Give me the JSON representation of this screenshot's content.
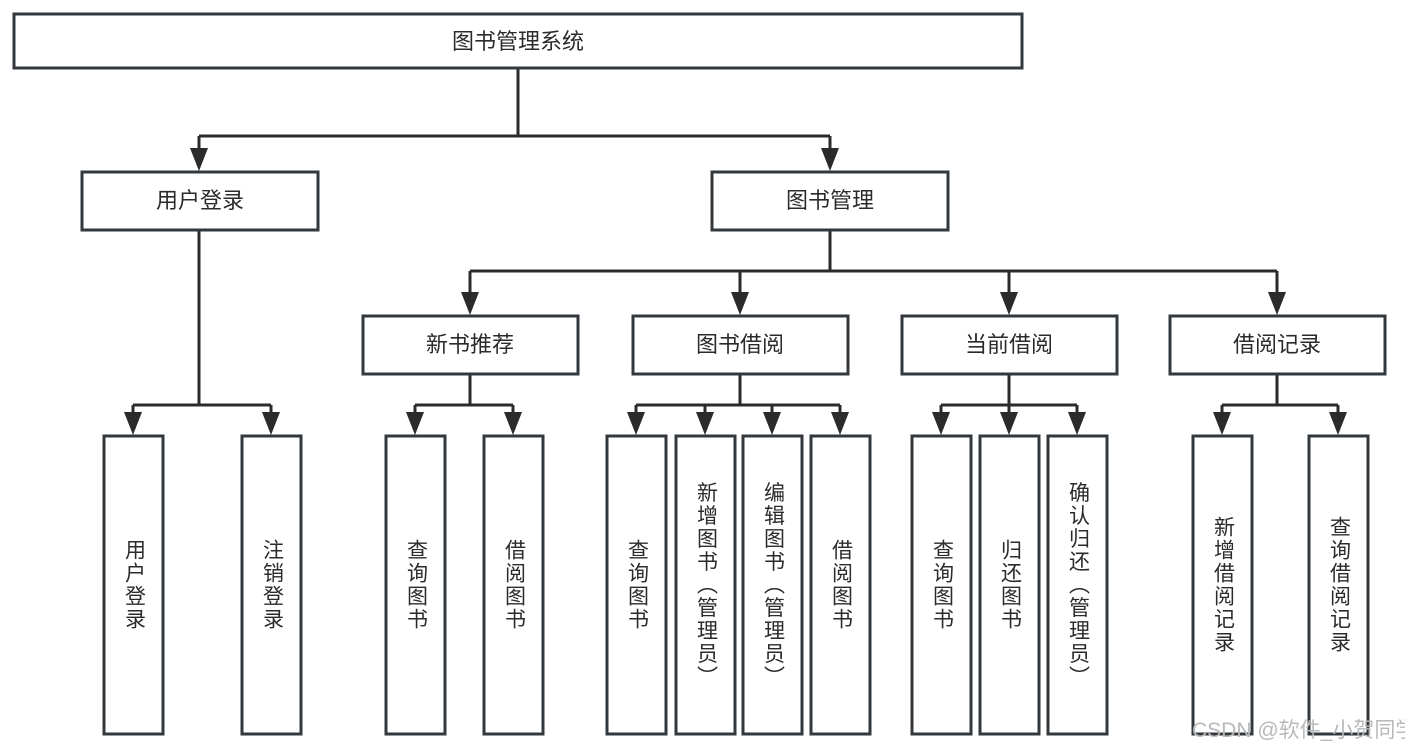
{
  "diagram": {
    "type": "tree-hierarchy-flowchart",
    "root": {
      "id": "root",
      "label": "图书管理系统"
    },
    "level2": [
      {
        "id": "user-login",
        "label": "用户登录"
      },
      {
        "id": "book-management",
        "label": "图书管理"
      }
    ],
    "level3": [
      {
        "id": "new-book-recommend",
        "label": "新书推荐",
        "parent": "book-management"
      },
      {
        "id": "book-borrow",
        "label": "图书借阅",
        "parent": "book-management"
      },
      {
        "id": "current-borrow",
        "label": "当前借阅",
        "parent": "book-management"
      },
      {
        "id": "borrow-record",
        "label": "借阅记录",
        "parent": "book-management"
      }
    ],
    "leaves": [
      {
        "id": "leaf-user-login",
        "label": "用户登录",
        "parent": "user-login"
      },
      {
        "id": "leaf-logout-login",
        "label": "注销登录",
        "parent": "user-login"
      },
      {
        "id": "leaf-query-book-1",
        "label": "查询图书",
        "parent": "new-book-recommend"
      },
      {
        "id": "leaf-borrow-book-1",
        "label": "借阅图书",
        "parent": "new-book-recommend"
      },
      {
        "id": "leaf-query-book-2",
        "label": "查询图书",
        "parent": "book-borrow"
      },
      {
        "id": "leaf-add-book",
        "label": "新增图书（管理员）",
        "parent": "book-borrow"
      },
      {
        "id": "leaf-edit-book",
        "label": "编辑图书（管理员）",
        "parent": "book-borrow"
      },
      {
        "id": "leaf-borrow-book-2",
        "label": "借阅图书",
        "parent": "book-borrow"
      },
      {
        "id": "leaf-query-book-3",
        "label": "查询图书",
        "parent": "current-borrow"
      },
      {
        "id": "leaf-return-book",
        "label": "归还图书",
        "parent": "current-borrow"
      },
      {
        "id": "leaf-confirm-return",
        "label": "确认归还（管理员）",
        "parent": "current-borrow"
      },
      {
        "id": "leaf-add-record",
        "label": "新增借阅记录",
        "parent": "borrow-record"
      },
      {
        "id": "leaf-query-record",
        "label": "查询借阅记录",
        "parent": "borrow-record"
      }
    ]
  },
  "watermark": {
    "text": "CSDN @软件_小贺同学"
  },
  "colors": {
    "box_stroke": "#33383d",
    "box_fill": "#ffffff",
    "connector": "#2b2b2b",
    "text": "#2b2b2b",
    "watermark": "#b9b9b9",
    "background": "#ffffff"
  }
}
